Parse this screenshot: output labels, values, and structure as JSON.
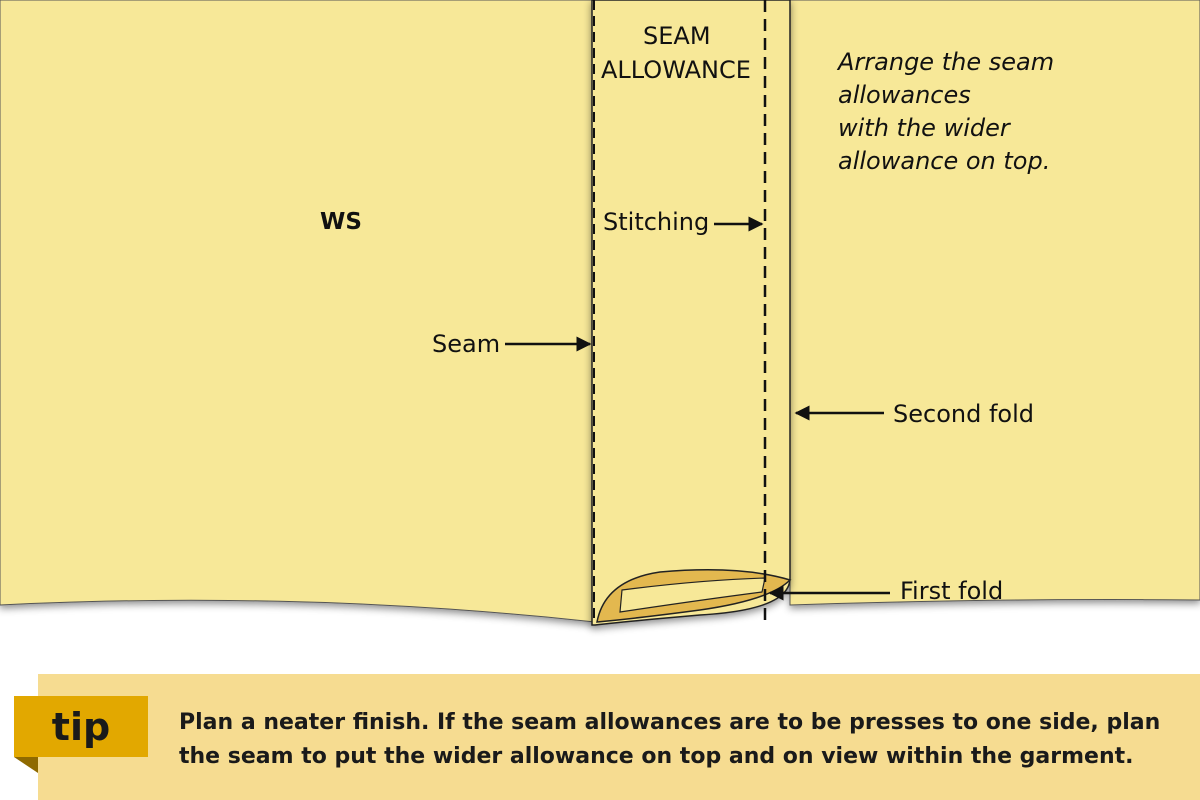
{
  "diagram": {
    "panel_label": "WS",
    "seam_allowance_line1": "SEAM",
    "seam_allowance_line2": "ALLOWANCE",
    "instruction_lines": [
      "Arrange the seam",
      "allowances",
      "with the wider",
      "allowance on top."
    ],
    "stitching_label": "Stitching",
    "seam_label": "Seam",
    "second_fold_label": "Second fold",
    "first_fold_label": "First fold",
    "colors": {
      "fabric": "#f7e898",
      "fold_inner": "#e3b84f",
      "tip_bar": "#f6dc91",
      "tip_badge": "#e2a800"
    }
  },
  "tip": {
    "badge": "tip",
    "text_line1": "Plan a neater finish. If the seam allowances are to be presses to one side, plan",
    "text_line2": "the seam to put the wider allowance on top and on view within the garment."
  }
}
